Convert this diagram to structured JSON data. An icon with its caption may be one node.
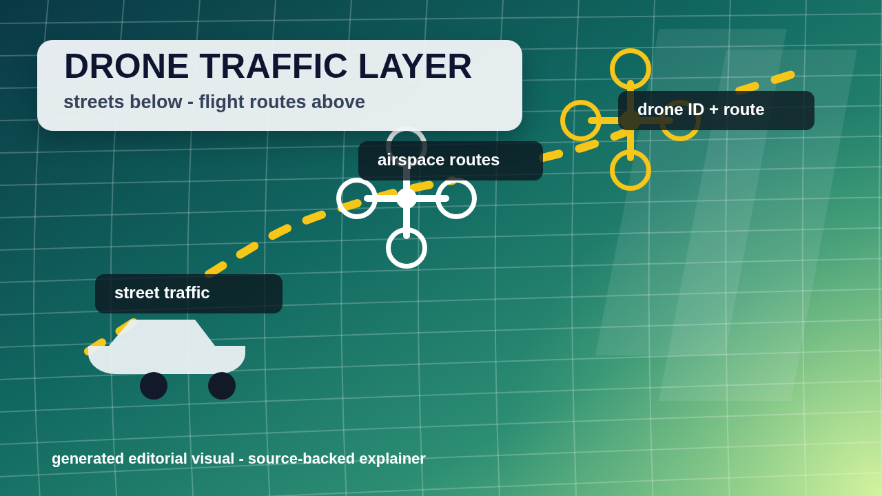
{
  "diagram": {
    "title": "DRONE TRAFFIC LAYER",
    "caption": "generated editorial visual - source-backed explainer",
    "nodes": [
      {
        "text": [
          "drone ID + route"
        ]
      },
      {
        "text": [
          "airspace routes"
        ]
      },
      {
        "text": [
          "street traffic"
        ]
      },
      {
        "text": [],
        "shape": "picture"
      }
    ],
    "edges": [
      {
        "from": 3,
        "to": 2,
        "arrow": "none",
        "style": "dashed"
      },
      {
        "from": 2,
        "to": 1,
        "arrow": "none",
        "style": "dashed"
      },
      {
        "from": 1,
        "to": 0,
        "arrow": "none",
        "style": "dashed"
      },
      {
        "from": 0,
        "to": null,
        "arrow": "none",
        "style": "dashed"
      }
    ],
    "labels": [
      "streets below - flight routes above"
    ]
  }
}
